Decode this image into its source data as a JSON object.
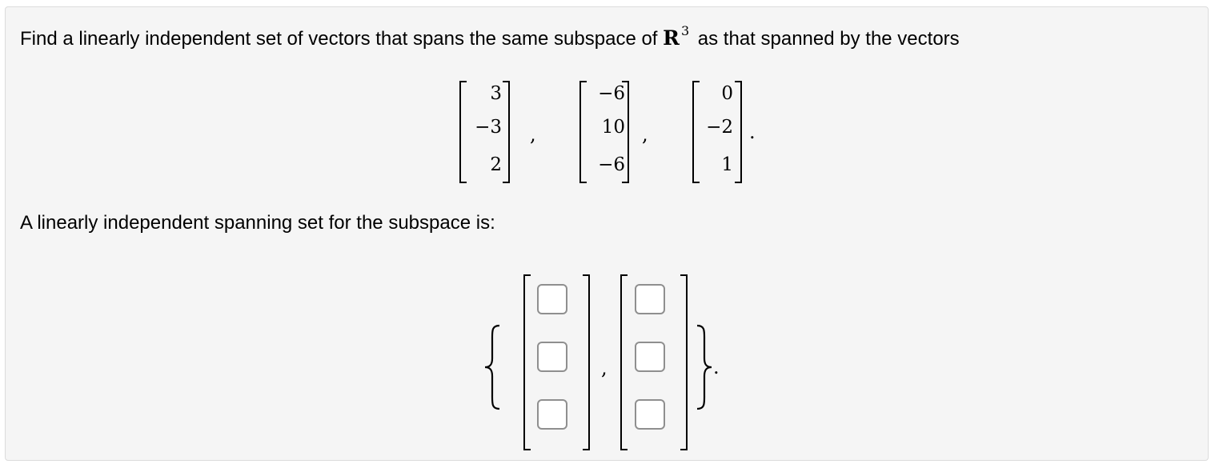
{
  "question": {
    "prompt_before": "Find a linearly independent set of vectors that spans the same subspace of ",
    "space_symbol": "R",
    "space_exponent": "3",
    "prompt_after": " as that spanned by the vectors"
  },
  "given_vectors": [
    [
      "3",
      "−3",
      "2"
    ],
    [
      "−6",
      "10",
      "−6"
    ],
    [
      "0",
      "−2",
      "1"
    ]
  ],
  "separators": {
    "comma": ",",
    "period": "."
  },
  "answer": {
    "label": "A linearly independent spanning set for the subspace is:",
    "vectors": [
      [
        "",
        "",
        ""
      ],
      [
        "",
        "",
        ""
      ]
    ]
  }
}
